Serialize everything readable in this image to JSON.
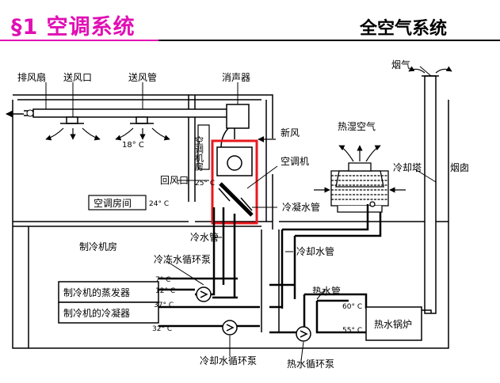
{
  "header": {
    "title": "§1 空调系统",
    "subtitle": "全空气系统"
  },
  "labels": {
    "exhaust_fan": "排风扇",
    "supply_outlet": "送风口",
    "supply_duct": "送风管",
    "muffler": "消声器",
    "smoke": "烟气",
    "fresh_air": "新风",
    "hot_humid_air": "热湿空气",
    "cooling_tower": "冷却塔",
    "chimney": "烟囱",
    "ac_unit": "空调机",
    "ac_room_box": "空调机房",
    "return_vent": "回风口",
    "ac_room": "空调房间",
    "condensate_pipe": "冷凝水管",
    "chilled_water_pipe": "冷水管",
    "cooling_water_pipe": "冷却水管",
    "refrigeration_room": "制冷机房",
    "chilled_pump": "冷冻水循环泵",
    "evaporator": "制冷机的蒸发器",
    "condenser": "制冷机的冷凝器",
    "hot_water_pipe": "热水管",
    "boiler": "热水锅炉",
    "cooling_pump": "冷却水循环泵",
    "hot_pump": "热水循环泵"
  },
  "temperatures": {
    "t_supply": "18° C",
    "t_return": "25° C",
    "t_room": "24° C",
    "t7": "7° C",
    "t12": "12° C",
    "t37": "37° C",
    "t32": "32° C",
    "t60": "60° C",
    "t55": "55° C"
  },
  "colors": {
    "title": "#e10fb4",
    "highlight": "#e8181e",
    "line": "#000000"
  }
}
